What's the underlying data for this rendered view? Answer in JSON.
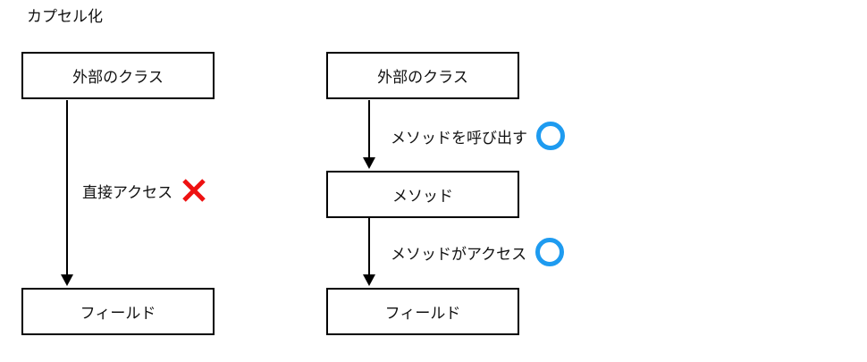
{
  "title": "カプセル化",
  "colors": {
    "line": "#000000",
    "cross": "#ee1111",
    "circle": "#1e9bf0"
  },
  "left_flow": {
    "top_box": "外部のクラス",
    "arrow_label": "直接アクセス",
    "arrow_mark": "red-cross (not allowed)",
    "bottom_box": "フィールド"
  },
  "right_flow": {
    "top_box": "外部のクラス",
    "arrow1_label": "メソッドを呼び出す",
    "arrow1_mark": "blue-circle (allowed)",
    "middle_box": "メソッド",
    "arrow2_label": "メソッドがアクセス",
    "arrow2_mark": "blue-circle (allowed)",
    "bottom_box": "フィールド"
  }
}
